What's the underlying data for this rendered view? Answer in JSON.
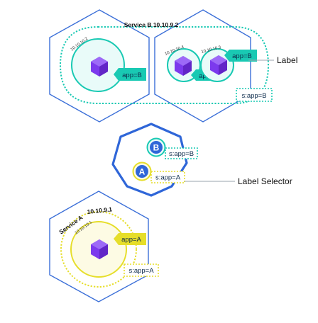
{
  "service_b": {
    "title": "Service B 10.10.9.2",
    "pod_left_ip": "10.10.10.2",
    "pod_mid_ip": "10.10.10.4",
    "pod_right_ip": "10.10.10.3",
    "label_left": "app=B",
    "label_mid": "app=B",
    "label_right": "app=B",
    "selector": "s:app=B"
  },
  "controller": {
    "badge_b": "B",
    "badge_a": "A",
    "selector_b": "s:app=B",
    "selector_a": "s:app=A"
  },
  "service_a": {
    "title_name": "Service A",
    "title_ip": "10.10.9.1",
    "pod_ip": "10.10.10.1",
    "label": "app=A",
    "selector": "s:app=A"
  },
  "callouts": {
    "label": "Label",
    "label_selector": "Label Selector"
  },
  "colors": {
    "hex_blue": "#3b6fd8",
    "teal": "#19c9b3",
    "teal_light": "#e9fbf9",
    "yellow": "#e6de2a",
    "yellow_light": "#fdfbe4",
    "purple": "#7c3aed",
    "badge_blue": "#2f66d8"
  }
}
